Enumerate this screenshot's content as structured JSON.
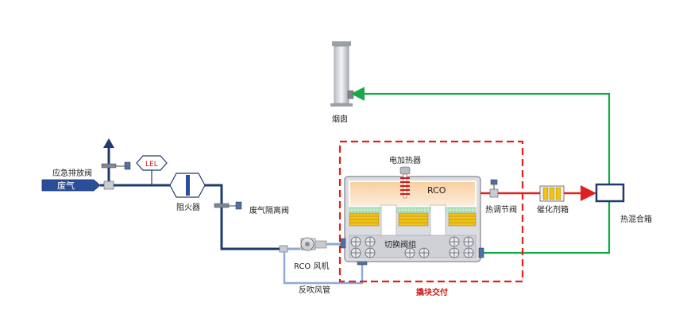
{
  "labels": {
    "chimney": "烟囱",
    "lel": "LEL",
    "emergency_valve": "应急排放阀",
    "waste_gas": "废气",
    "flame_arrester": "阻火器",
    "isolation_valve": "废气隔离阀",
    "rco_fan": "RCO 风机",
    "backflow_pipe": "反吹风管",
    "electric_heater": "电加热器",
    "rco": "RCO",
    "switch_valve_group": "切换阀组",
    "module_delivery": "撬块交付",
    "heat_regulating_valve": "热调节阀",
    "catalyst_box": "催化剂箱",
    "heat_mixing_box": "热混合箱"
  },
  "colors": {
    "dark_pipe": "#1f3b6e",
    "light_pipe": "#8fa9d8",
    "hot_pipe": "#e02020",
    "clean_pipe": "#17a94a",
    "module_border": "#e02020",
    "inlet_fill": "#2a4f9a"
  }
}
